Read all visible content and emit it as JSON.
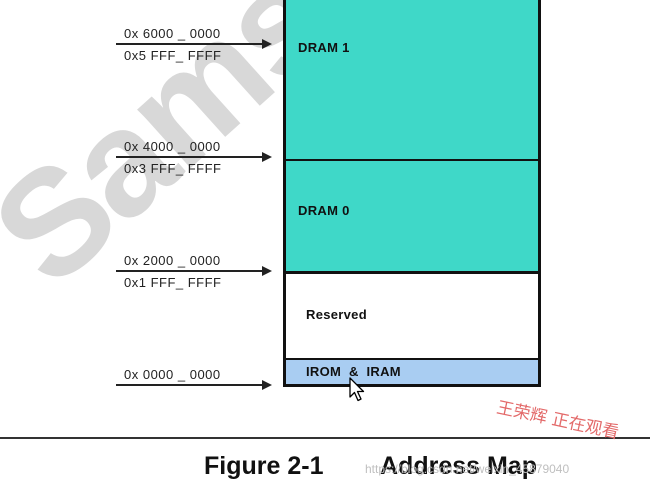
{
  "watermark": {
    "text": "Samsung"
  },
  "regions": [
    {
      "label": "DRAM 1",
      "color": "#3fd8c8"
    },
    {
      "label": "DRAM 0",
      "color": "#3fd8c8"
    },
    {
      "label": "Reserved",
      "color": "#ffffff"
    },
    {
      "label": "IROM  &  IRAM",
      "color": "#a9cdf2"
    }
  ],
  "addresses": [
    {
      "top": "0x 6000 _ 0000",
      "bottom": "0x5 FFF_ FFFF"
    },
    {
      "top": "0x 4000 _ 0000",
      "bottom": "0x3 FFF_ FFFF"
    },
    {
      "top": "0x 2000 _ 0000",
      "bottom": "0x1 FFF_ FFFF"
    },
    {
      "top": "0x 0000 _ 0000",
      "bottom": ""
    }
  ],
  "caption": {
    "figure_number": "Figure 2-1",
    "title": "Address Map"
  },
  "overlays": {
    "viewer_note": "王荣辉 正在观看",
    "source_watermark": "https://blog.csdn.net/weixin_45879040"
  }
}
